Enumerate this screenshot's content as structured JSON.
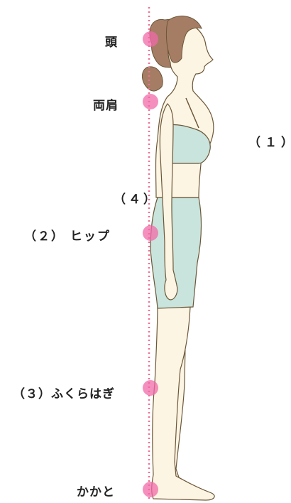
{
  "labels": {
    "head": "頭",
    "shoulders": "両肩",
    "hip": "（２） ヒップ",
    "calf": "（３）ふくらはぎ",
    "heel": "かかと",
    "note1": "（１）",
    "note4": "（４）"
  },
  "colors": {
    "guide_line": "#ee6f93",
    "marker": "#f06aa8",
    "skin": "#fdf5e3",
    "outline": "#6b5638",
    "clothing": "#c9e4dc",
    "hair": "#a57d64",
    "text": "#222222"
  }
}
